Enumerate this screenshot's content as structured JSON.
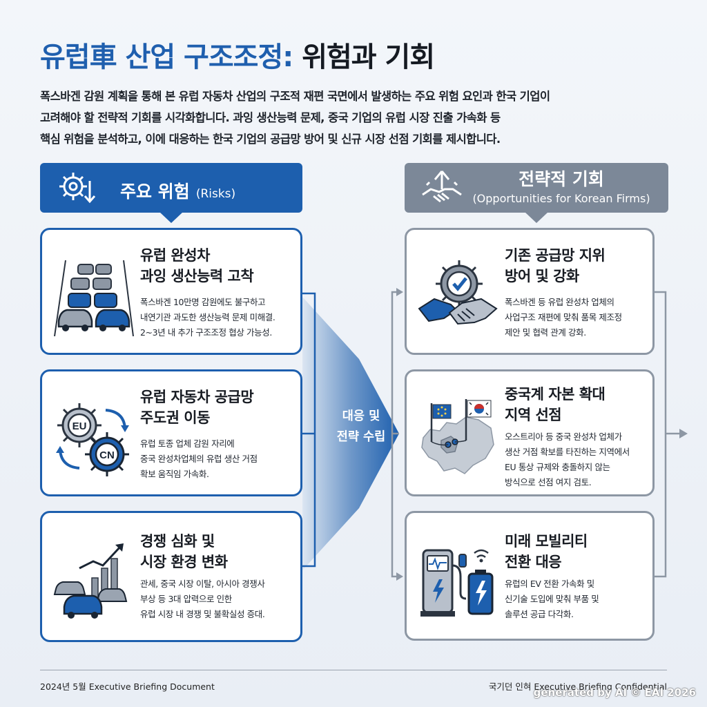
{
  "title": {
    "highlight": "유럽車 산업 구조조정:",
    "rest": "위험과 기회"
  },
  "intro": [
    "폭스바겐 감원 계획을 통해 본 유럽 자동차 산업의 구조적 재편 국면에서 발생하는 주요 위험 요인과 한국 기업이",
    "고려해야 할 전략적 기회를 시각화합니다. 과잉 생산능력 문제, 중국 기업의 유럽 시장 진출 가속화 등",
    "핵심 위험을 분석하고, 이에 대응하는 한국 기업의 공급망 방어 및 신규 시장 선점 기회를 제시합니다."
  ],
  "risks_header": {
    "main": "주요 위험",
    "sub": "(Risks)",
    "icon": "gear-down-arrow-icon"
  },
  "opportunities_header": {
    "main": "전략적 기회",
    "sub": "(Opportunities for Korean Firms)",
    "icon": "handshake-up-arrow-icon"
  },
  "risks": [
    {
      "icon": "car-traffic-icon",
      "title": [
        "유럽 완성차",
        "과잉 생산능력 고착"
      ],
      "desc": [
        "폭스바겐 10만명 감원에도 불구하고",
        "내연기관 과도한 생산능력 문제 미해결.",
        "2~3년 내 추가 구조조정 협상 가능성."
      ]
    },
    {
      "icon": "eu-cn-gears-icon",
      "title": [
        "유럽 자동차 공급망",
        "주도권 이동"
      ],
      "desc": [
        "유럽 토종 업체 감원 자리에",
        "중국 완성차업체의 유럽 생산 거점",
        "확보 움직임 가속화."
      ],
      "gear_labels": [
        "EU",
        "CN"
      ]
    },
    {
      "icon": "cars-rising-chart-icon",
      "title": [
        "경쟁 심화 및",
        "시장 환경 변화"
      ],
      "desc": [
        "관세, 중국 시장 이탈, 아시아 경쟁사",
        "부상 등 3대 압력으로 인한",
        "유럽 시장 내 경쟁 및 불확실성 증대."
      ]
    }
  ],
  "opportunities": [
    {
      "icon": "gear-handshake-check-icon",
      "title": [
        "기존 공급망 지위",
        "방어 및 강화"
      ],
      "desc": [
        "폭스바겐 등 유럽 완성차 업체의",
        "사업구조 재편에 맞춰 품목 제조정",
        "제안 및 협력 관계 강화."
      ]
    },
    {
      "icon": "europe-map-flags-icon",
      "title": [
        "중국계 자본 확대",
        "지역 선점"
      ],
      "desc": [
        "오스트리아 등 중국 완성차 업체가",
        "생산 거점 확보를 타진하는 지역에서",
        "EU 통상 규제와 충돌하지 않는",
        "방식으로 선점 여지 검토."
      ]
    },
    {
      "icon": "ev-charger-battery-icon",
      "title": [
        "미래 모빌리티",
        "전환 대응"
      ],
      "desc": [
        "유럽의 EV 전환 가속화 및",
        "신기술 도입에 맞춰 부품 및",
        "솔루션 공급 다각화."
      ]
    }
  ],
  "center_label": [
    "대응 및",
    "전략 수립"
  ],
  "footer": {
    "left": "2024년 5월 Executive Briefing Document",
    "right": "국기던 인혀 Executive Briefing Confidential",
    "watermark": "generated by AI © EAI 2026"
  },
  "colors": {
    "primary_blue": "#1d5fae",
    "slate_gray": "#7c8898",
    "card_gray_border": "#8d97a4"
  }
}
